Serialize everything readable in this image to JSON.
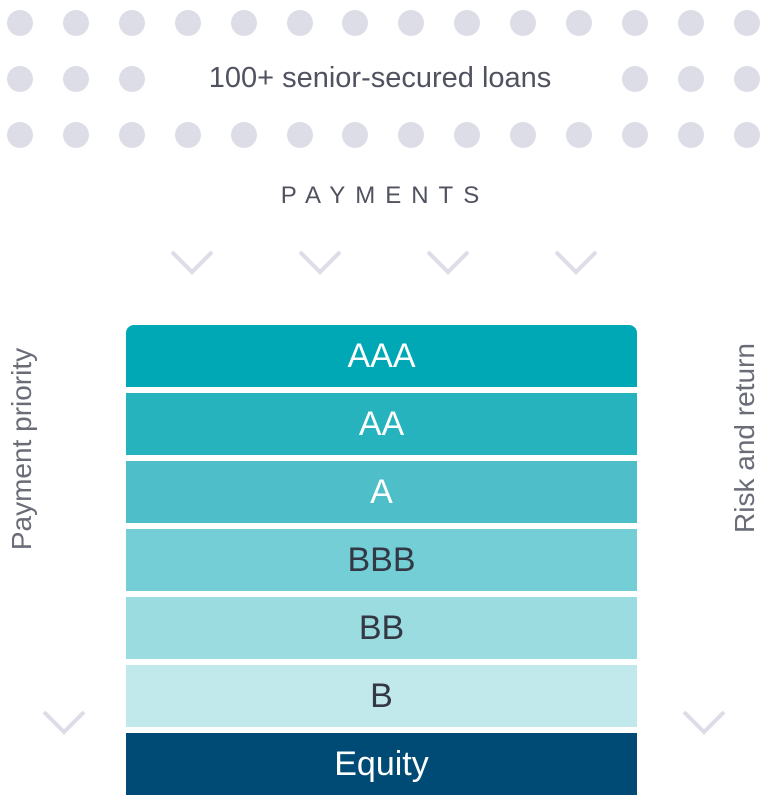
{
  "header": {
    "loans_label": "100+ senior-secured loans",
    "payments_label": "PAYMENTS"
  },
  "side_labels": {
    "left": "Payment priority",
    "right": "Risk and return"
  },
  "tranches": [
    {
      "label": "AAA",
      "color": "#00a7b5",
      "text_color": "#ffffff"
    },
    {
      "label": "AA",
      "color": "#26b3bd",
      "text_color": "#ffffff"
    },
    {
      "label": "A",
      "color": "#4ebfc8",
      "text_color": "#ffffff"
    },
    {
      "label": "BBB",
      "color": "#73cfd5",
      "text_color": "#333844"
    },
    {
      "label": "BB",
      "color": "#9bdce0",
      "text_color": "#333844"
    },
    {
      "label": "B",
      "color": "#c1e8ea",
      "text_color": "#333844"
    },
    {
      "label": "Equity",
      "color": "#004a76",
      "text_color": "#ffffff"
    }
  ]
}
